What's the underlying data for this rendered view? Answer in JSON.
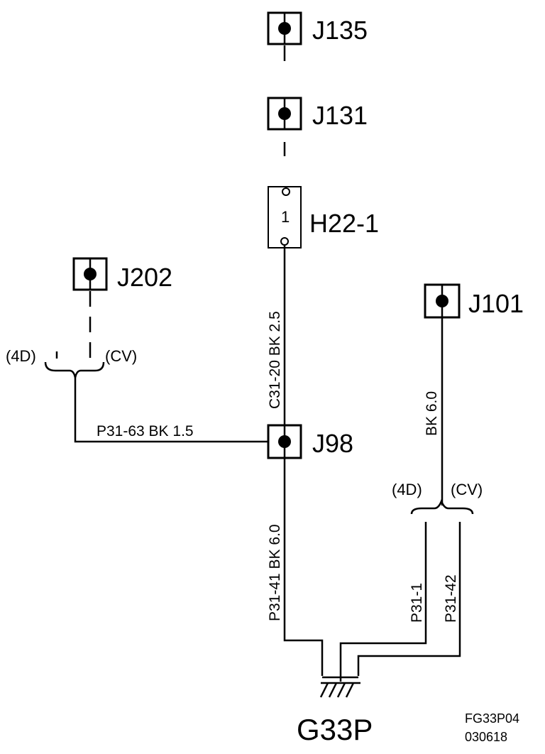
{
  "connectors": {
    "j135": "J135",
    "j131": "J131",
    "h22": "H22-1",
    "h22_pin": "1",
    "j202": "J202",
    "j101": "J101",
    "j98": "J98"
  },
  "wires": {
    "c31_20": "C31-20 BK    2.5",
    "p31_63": "P31-63   BK      1.5",
    "p31_41": "P31-41 BK    6.0",
    "j101_wire": "BK    6.0",
    "p31_1": "P31-1",
    "p31_42": "P31-42"
  },
  "options": {
    "left_4d": "(4D)",
    "left_cv": "(CV)",
    "right_4d": "(4D)",
    "right_cv": "(CV)"
  },
  "ground": {
    "label": "G33P"
  },
  "figure": {
    "code": "FG33P04",
    "date": "030618"
  }
}
